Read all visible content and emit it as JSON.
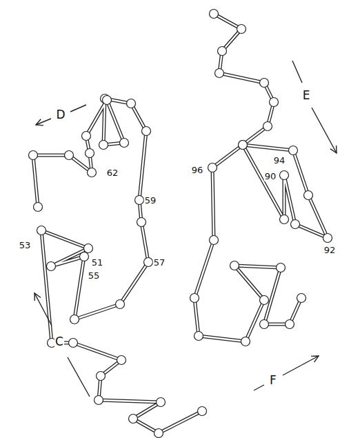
{
  "diagram": {
    "labels": [
      "D",
      "E",
      "62",
      "59",
      "53",
      "51",
      "55",
      "57",
      "96",
      "94",
      "90",
      "92",
      "C",
      "F"
    ]
  }
}
